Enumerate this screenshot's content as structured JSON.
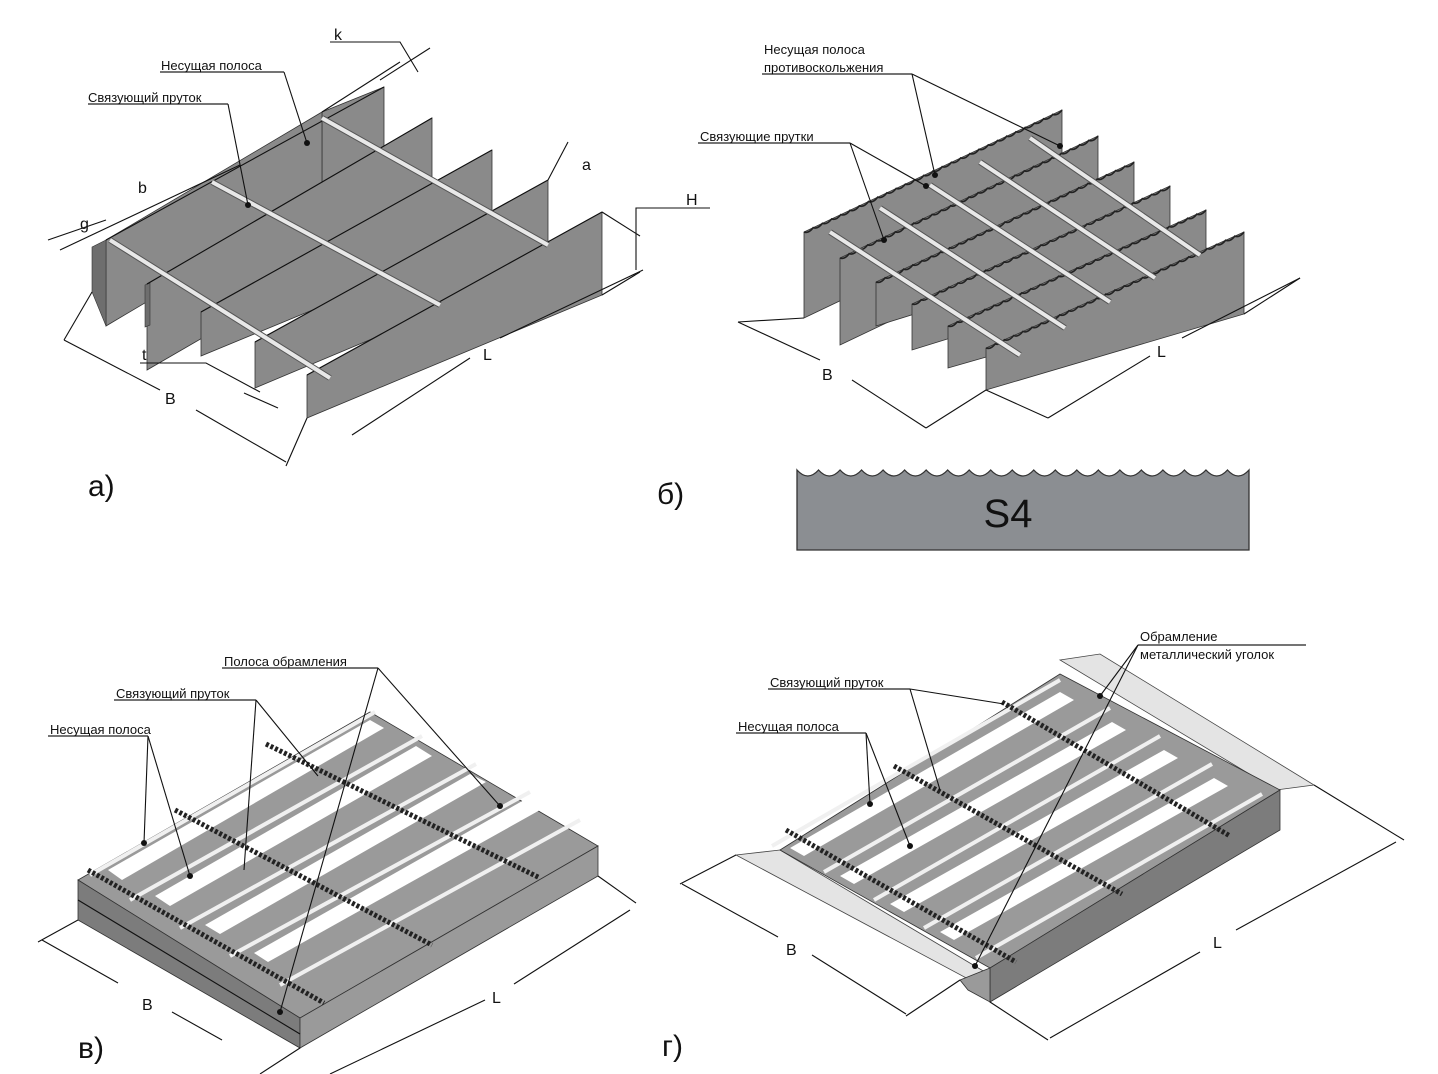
{
  "figure": {
    "panels": [
      {
        "id": "a",
        "marker": "а)",
        "callouts": {
          "bearing_bar": "Несущая полоса",
          "cross_rod": "Связующий пруток"
        },
        "dimensions": {
          "k": "k",
          "b": "b",
          "g": "g",
          "a": "a",
          "H": "H",
          "t": "t",
          "B": "B",
          "L": "L"
        }
      },
      {
        "id": "b",
        "marker": "б)",
        "callouts": {
          "bearing_bar_line1": "Несущая полоса",
          "bearing_bar_line2": "противоскольжения",
          "cross_rods": "Связующие прутки"
        },
        "dimensions": {
          "B": "B",
          "L": "L"
        },
        "profile_label": "S4"
      },
      {
        "id": "v",
        "marker": "в)",
        "callouts": {
          "frame_strip": "Полоса обрамления",
          "cross_rod": "Связующий пруток",
          "bearing_bar": "Несущая полоса"
        },
        "dimensions": {
          "B": "B",
          "L": "L"
        }
      },
      {
        "id": "g",
        "marker": "г)",
        "callouts": {
          "frame_line1": "Обрамление",
          "frame_line2": "металлический уголок",
          "cross_rod": "Связующий пруток",
          "bearing_bar": "Несущая полоса"
        },
        "dimensions": {
          "B": "B",
          "L": "L"
        }
      }
    ]
  }
}
